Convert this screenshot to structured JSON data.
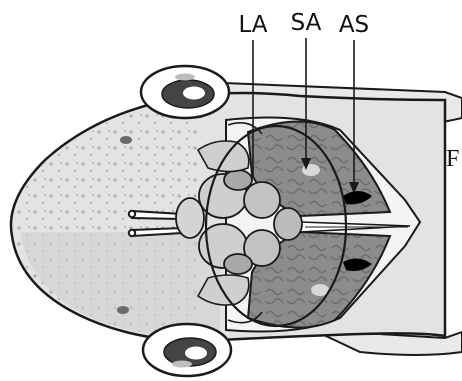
{
  "labels": {
    "la": "LA",
    "sa": "SA",
    "as": "AS",
    "edge": "F"
  },
  "colors": {
    "head_outline": "#1a1a1a",
    "head_fill": "#e6e6e6",
    "brain_fill": "#b9b9b9",
    "cavity_fill": "#8a8a8a",
    "spot": "#000000"
  }
}
